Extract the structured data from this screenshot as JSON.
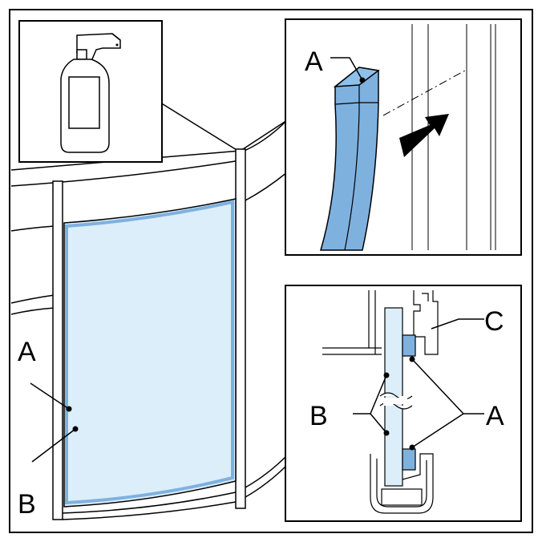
{
  "labels": {
    "main_a": "A",
    "main_b": "B",
    "top_right_a": "A",
    "bottom_right_a": "A",
    "bottom_right_b": "B",
    "bottom_right_c": "C"
  },
  "colors": {
    "seal_blue": "#7fb1df",
    "glass_fill": "#dceefa",
    "line": "#000000"
  }
}
